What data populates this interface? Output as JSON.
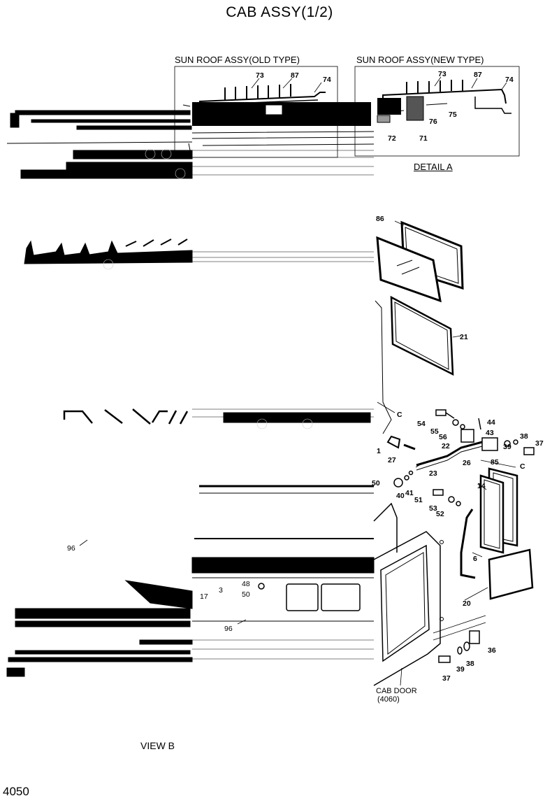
{
  "title": "CAB ASSY(1/2)",
  "page_number": "4050",
  "labels": {
    "sunroof_old": "SUN ROOF ASSY(OLD TYPE)",
    "sunroof_new": "SUN ROOF ASSY(NEW TYPE)",
    "detail_a": "DETAIL  A",
    "view_b": "VIEW  B",
    "cab_door": "CAB DOOR",
    "cab_door_ref": "(4060)",
    "ref_c": "C"
  },
  "callouts_old": [
    "73",
    "87",
    "74"
  ],
  "callouts_new": [
    "73",
    "87",
    "74",
    "75",
    "76",
    "72",
    "71"
  ],
  "callouts_right": [
    "86",
    "21",
    "54",
    "55",
    "56",
    "44",
    "43",
    "22",
    "38",
    "39",
    "37",
    "1",
    "27",
    "23",
    "26",
    "85",
    "50",
    "40",
    "41",
    "51",
    "14",
    "53",
    "52",
    "6",
    "20",
    "36",
    "37",
    "39",
    "38"
  ],
  "callouts_left": [
    "96",
    "96",
    "17",
    "3",
    "48",
    "50"
  ]
}
